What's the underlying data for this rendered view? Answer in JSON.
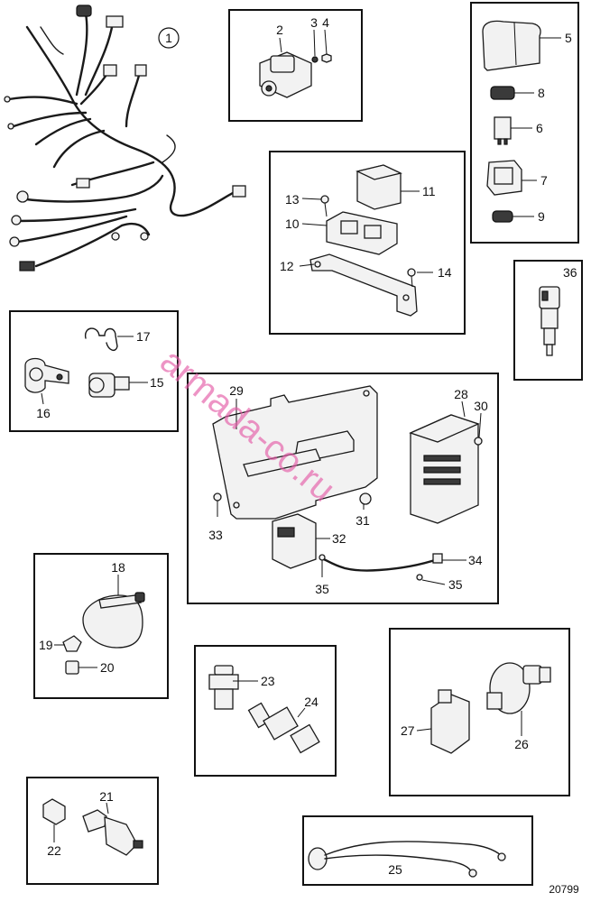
{
  "figure_number": "20799",
  "watermark": "armada-co.ru",
  "colors": {
    "line": "#111111",
    "watermark": "#e35aa6"
  },
  "callouts": {
    "c1": "1",
    "c2": "2",
    "c3": "3",
    "c4": "4",
    "c5": "5",
    "c6": "6",
    "c7": "7",
    "c8": "8",
    "c9": "9",
    "c10": "10",
    "c11": "11",
    "c12": "12",
    "c13": "13",
    "c14": "14",
    "c15": "15",
    "c16": "16",
    "c17": "17",
    "c18": "18",
    "c19": "19",
    "c20": "20",
    "c21": "21",
    "c22": "22",
    "c23": "23",
    "c24": "24",
    "c25": "25",
    "c26": "26",
    "c27": "27",
    "c28": "28",
    "c29": "29",
    "c30": "30",
    "c31": "31",
    "c32": "32",
    "c33": "33",
    "c34": "34",
    "c35a": "35",
    "c35b": "35",
    "c36": "36"
  }
}
